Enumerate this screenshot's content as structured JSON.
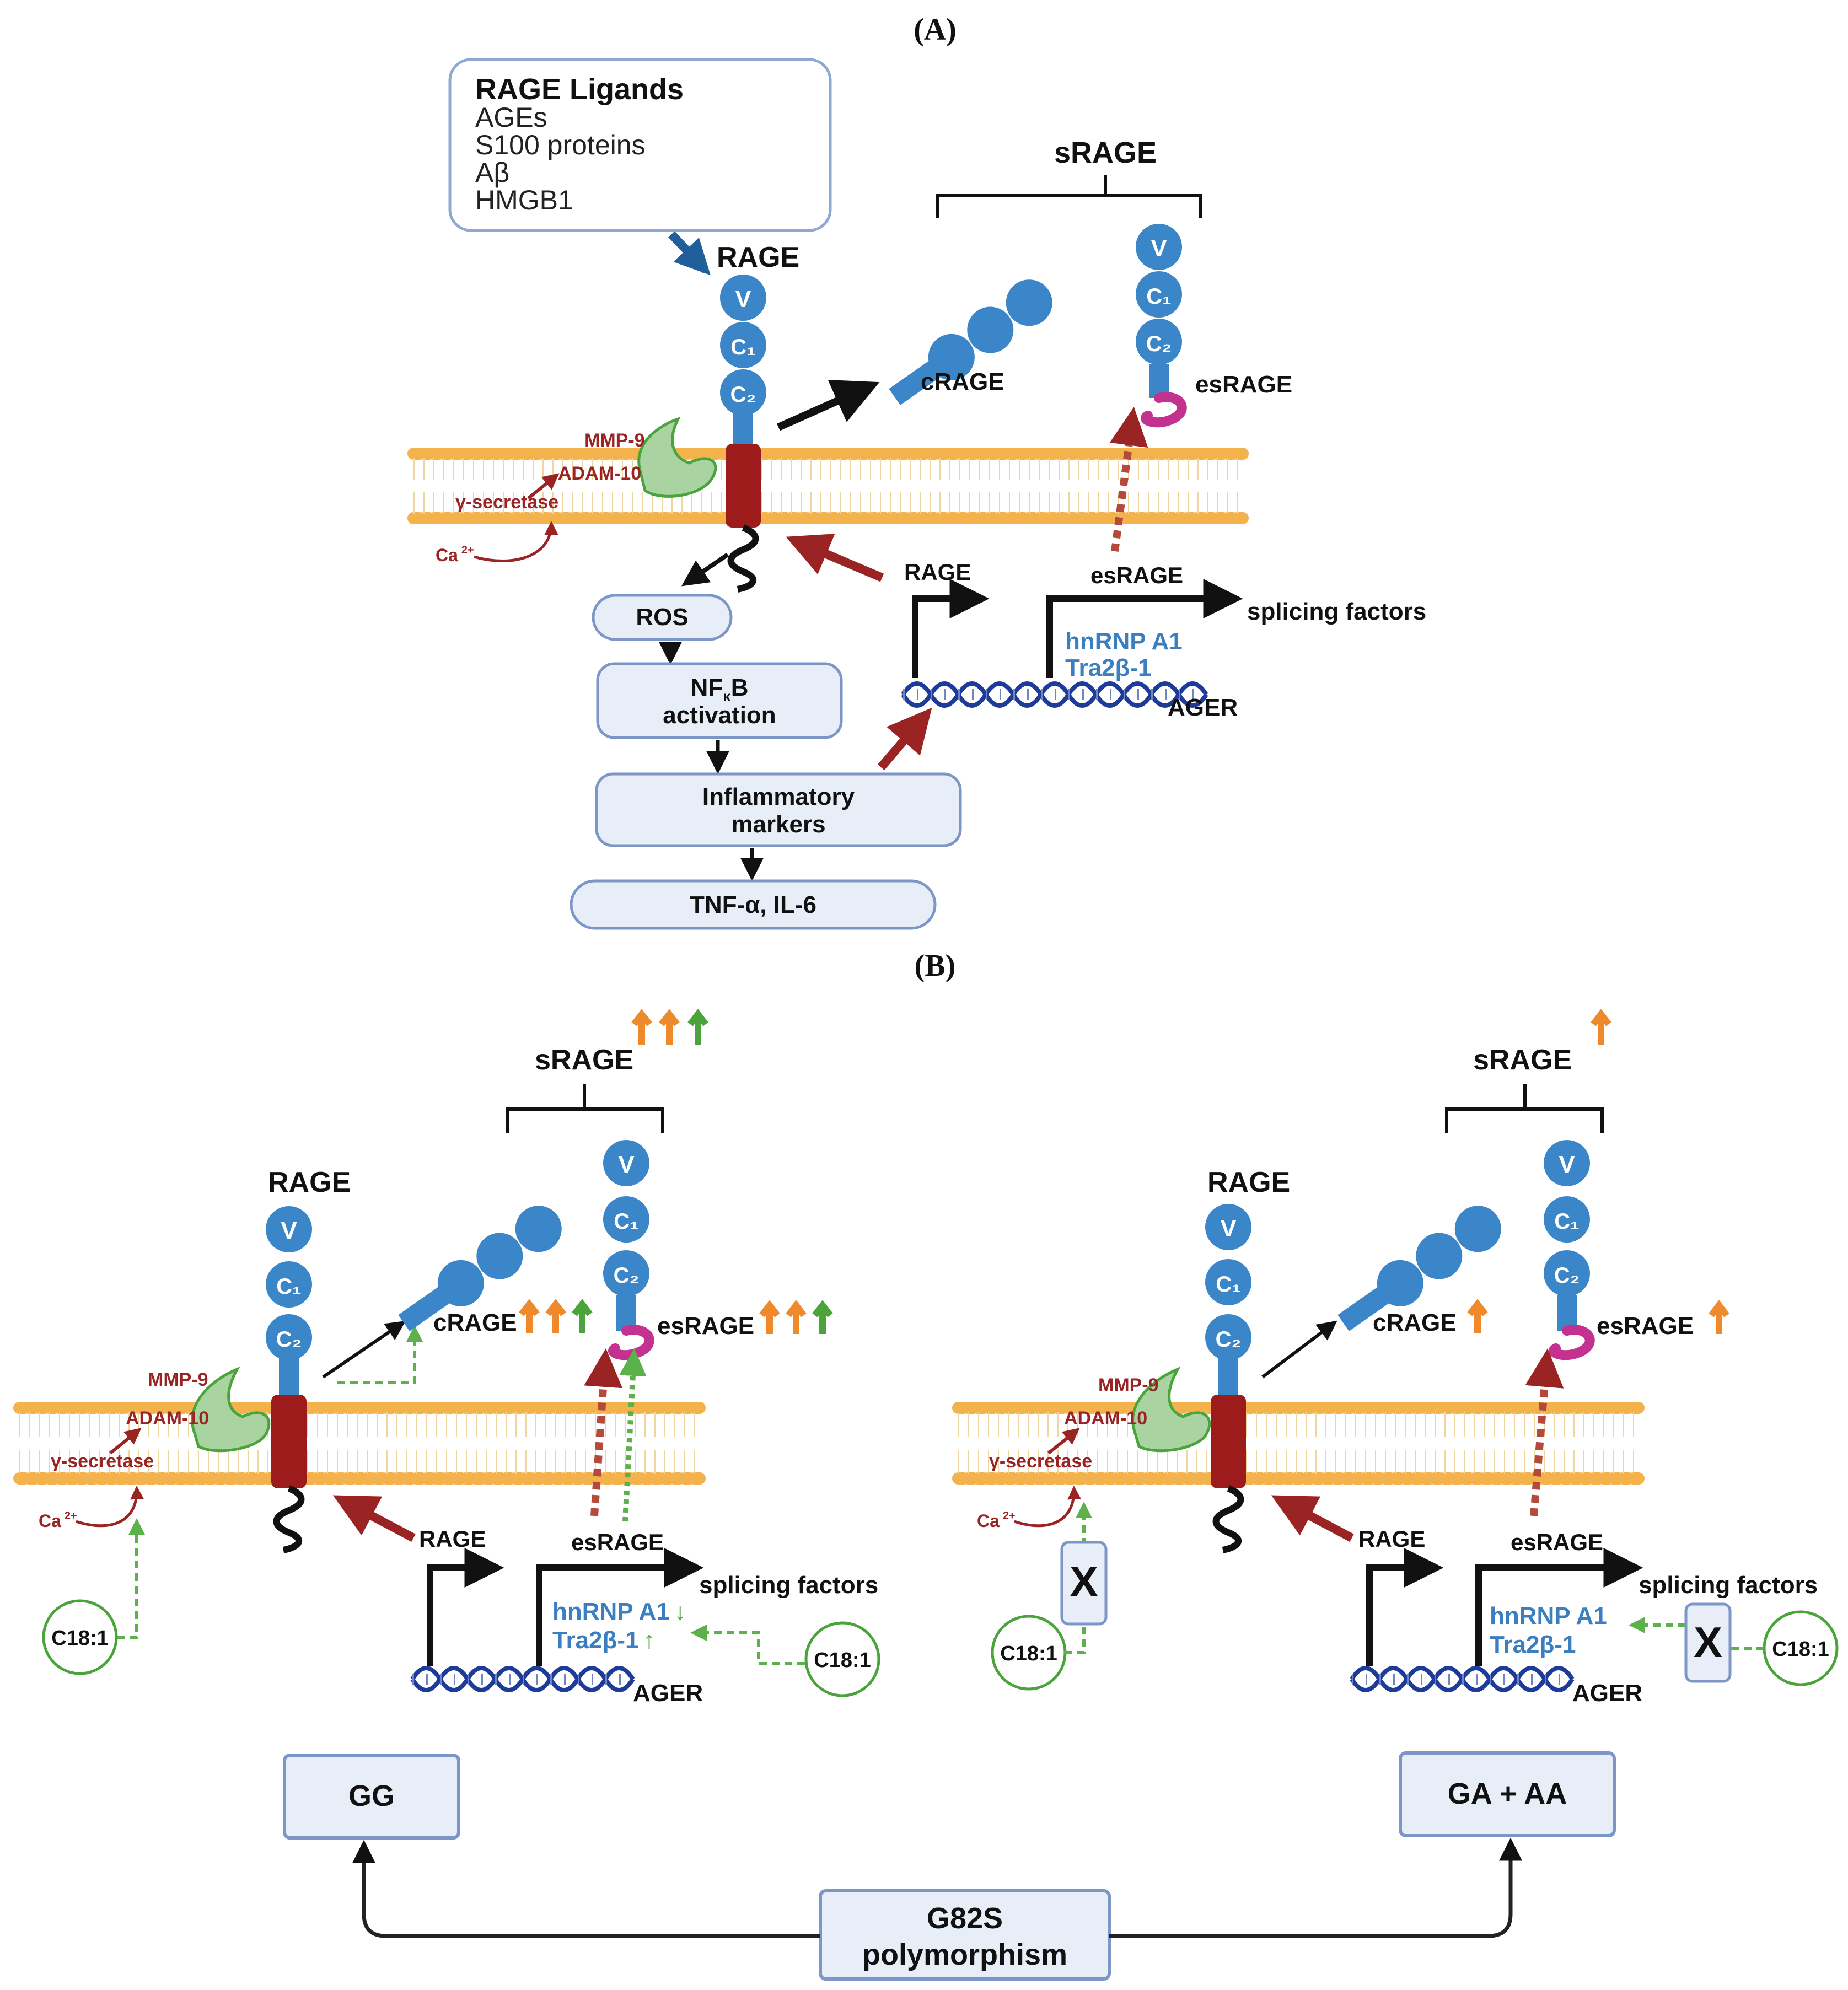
{
  "colors": {
    "membrane_bead": "#f3b24b",
    "membrane_tail": "#efd6a0",
    "receptor_blue": "#3a86c8",
    "tm_red": "#9e1b1b",
    "hinge_magenta": "#c4328f",
    "dna_blue": "#1f3b99",
    "enzyme_green": "#a9d3a0",
    "box_fill": "#e8eef8",
    "box_stroke": "#7d96c8",
    "dark_red_arrow": "#9a2424",
    "green_dashed": "#5db14a",
    "orange_up": "#ee8a2b",
    "green_up": "#4aa33b",
    "factor_blue": "#3c7fc0"
  },
  "panelA": {
    "label": "(A)",
    "ligands": {
      "title": "RAGE Ligands",
      "items": [
        "AGEs",
        "S100 proteins",
        "Aβ",
        "HMGB1"
      ]
    },
    "rage_label": "RAGE",
    "domain_v": "V",
    "domain_c1": "C₁",
    "domain_c2": "C₂",
    "srage": "sRAGE",
    "crage": "cRAGE",
    "esrage": "esRAGE",
    "enzymes": [
      "MMP-9",
      "ADAM-10",
      "γ-secretase"
    ],
    "ca": "Ca",
    "ca_sup": "2+",
    "gene_rage": "RAGE",
    "gene_esrage": "esRAGE",
    "splicing": "splicing factors",
    "factor1": "hnRNP A1",
    "factor2": "Tra2β-1",
    "ager": "AGER",
    "pathway": {
      "ros": "ROS",
      "nfkb_1": "NF",
      "nfkb_sub": "κ",
      "nfkb_2": "B",
      "nfkb_line2": "activation",
      "inflam_1": "Inflammatory",
      "inflam_2": "markers",
      "tnf": "TNF-α, IL-6"
    }
  },
  "panelB": {
    "label": "(B)",
    "left": {
      "srage": "sRAGE",
      "rage": "RAGE",
      "crage": "cRAGE",
      "esrage": "esRAGE",
      "enzymes": [
        "MMP-9",
        "ADAM-10",
        "γ-secretase"
      ],
      "ca": "Ca",
      "ca_sup": "2+",
      "c18": "C18:1",
      "gene_rage": "RAGE",
      "gene_esrage": "esRAGE",
      "splicing": "splicing factors",
      "factor1": "hnRNP A1",
      "factor1_arrow": "↓",
      "factor2": "Tra2β-1",
      "factor2_arrow": "↑",
      "ager": "AGER",
      "genotype": "GG"
    },
    "right": {
      "srage": "sRAGE",
      "rage": "RAGE",
      "crage": "cRAGE",
      "esrage": "esRAGE",
      "enzymes": [
        "MMP-9",
        "ADAM-10",
        "γ-secretase"
      ],
      "ca": "Ca",
      "ca_sup": "2+",
      "c18": "C18:1",
      "block": "X",
      "gene_rage": "RAGE",
      "gene_esrage": "esRAGE",
      "splicing": "splicing factors",
      "factor1": "hnRNP A1",
      "factor2": "Tra2β-1",
      "ager": "AGER",
      "genotype": "GA + AA"
    },
    "polymorphism_1": "G82S",
    "polymorphism_2": "polymorphism"
  }
}
